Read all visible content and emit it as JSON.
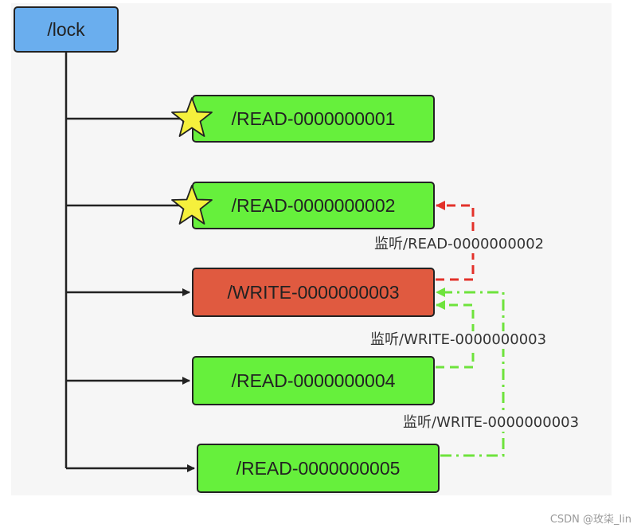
{
  "diagram": {
    "root": {
      "label": "/lock",
      "color": "#6aaeee"
    },
    "nodes": [
      {
        "id": "n1",
        "label": "/READ-0000000001",
        "type": "read",
        "starred": true
      },
      {
        "id": "n2",
        "label": "/READ-0000000002",
        "type": "read",
        "starred": true
      },
      {
        "id": "n3",
        "label": "/WRITE-0000000003",
        "type": "write",
        "starred": false
      },
      {
        "id": "n4",
        "label": "/READ-0000000004",
        "type": "read",
        "starred": false
      },
      {
        "id": "n5",
        "label": "/READ-0000000005",
        "type": "read",
        "starred": false
      }
    ],
    "watch_links": [
      {
        "from": "n3",
        "to": "n2",
        "label": "监听/READ-0000000002",
        "color": "#e3312a",
        "style": "dashed"
      },
      {
        "from": "n4",
        "to": "n3",
        "label": "监听/WRITE-0000000003",
        "color": "#6ee33c",
        "style": "dashed"
      },
      {
        "from": "n5",
        "to": "n3",
        "label": "监听/WRITE-0000000003",
        "color": "#6ee33c",
        "style": "dash-dot"
      }
    ],
    "colors": {
      "read": "#66f03c",
      "write": "#e05a40",
      "star": "#f5f03c",
      "tree_line": "#222222"
    }
  },
  "watermark": "CSDN @玫柒_lin"
}
